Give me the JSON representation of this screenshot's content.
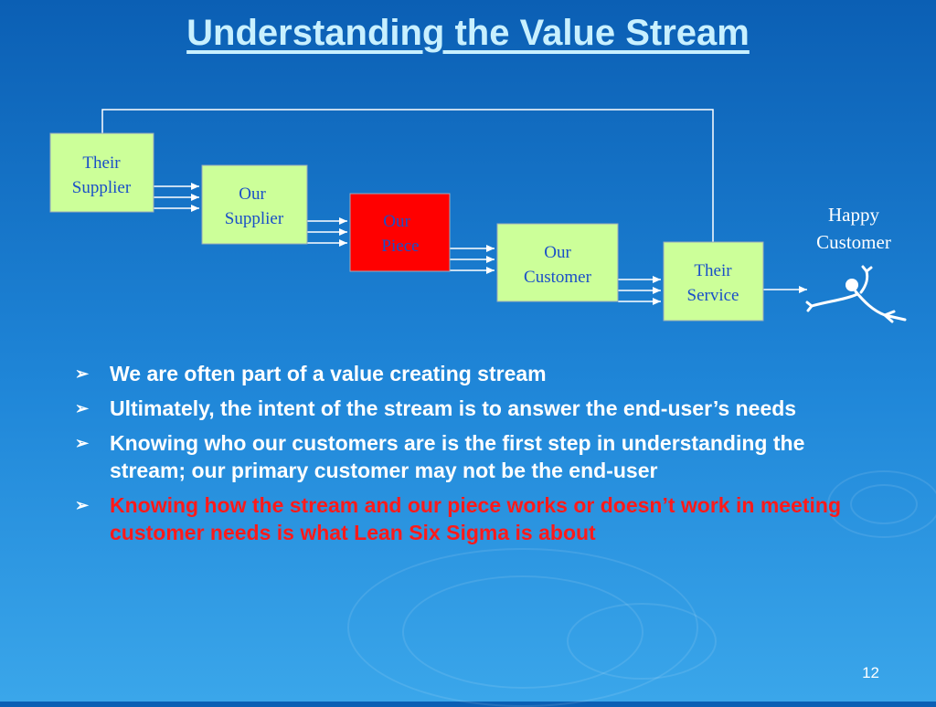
{
  "slide": {
    "title": "Understanding the Value Stream",
    "page_number": "12"
  },
  "diagram": {
    "nodes": [
      {
        "id": "their-supplier",
        "line1": "Their",
        "line2": "Supplier",
        "fill": "#ccff99"
      },
      {
        "id": "our-supplier",
        "line1": "Our",
        "line2": "Supplier",
        "fill": "#ccff99"
      },
      {
        "id": "our-piece",
        "line1": "Our",
        "line2": "Piece",
        "fill": "#ff0000"
      },
      {
        "id": "our-customer",
        "line1": "Our",
        "line2": "Customer",
        "fill": "#ccff99"
      },
      {
        "id": "their-service",
        "line1": "Their",
        "line2": "Service",
        "fill": "#ccff99"
      }
    ],
    "end_label_line1": "Happy",
    "end_label_line2": "Customer"
  },
  "bullets": [
    {
      "text": "We are often part of a value creating stream",
      "color": "#ffffff"
    },
    {
      "text": "Ultimately, the intent of the stream is to answer the end-user’s needs",
      "color": "#ffffff"
    },
    {
      "text": "Knowing who our customers are is the first step in understanding the stream; our primary customer may not be the end-user",
      "color": "#ffffff"
    },
    {
      "text": "Knowing how the stream and our piece works or doesn’t work in meeting customer needs is what Lean Six Sigma  is about",
      "color": "#ff1a1a"
    }
  ],
  "bullet_marker": "➢"
}
